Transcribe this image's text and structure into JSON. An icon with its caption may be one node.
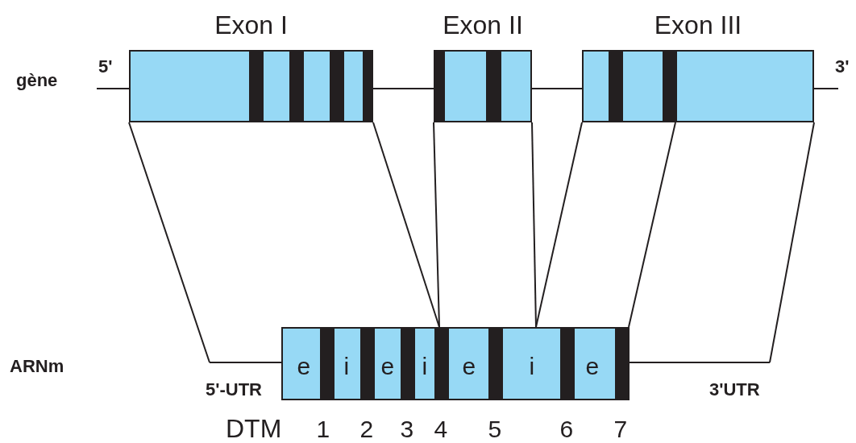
{
  "diagram": {
    "nodes": [
      {
        "text": [
          "Exon I"
        ]
      },
      {
        "text": [
          "Exon II"
        ]
      },
      {
        "text": [
          "Exon III"
        ]
      },
      {
        "text": [],
        "shape": "bar"
      }
    ],
    "edges": [
      {
        "from": 0,
        "to": 3,
        "arrow": "none"
      },
      {
        "from": 0,
        "to": 3,
        "arrow": "none"
      },
      {
        "from": 1,
        "to": 3,
        "arrow": "none"
      },
      {
        "from": 1,
        "to": 3,
        "arrow": "none"
      },
      {
        "from": 2,
        "to": 3,
        "arrow": "none"
      },
      {
        "from": 2,
        "to": 3,
        "arrow": "none"
      },
      {
        "from": 2,
        "to": 3,
        "arrow": "none"
      }
    ],
    "labels": [
      "5'",
      "3'",
      "gène",
      "ARNm",
      "e",
      "i",
      "e",
      "i",
      "e",
      "i",
      "e",
      "5'-UTR",
      "3'UTR",
      "DTM",
      "1",
      "2",
      "3",
      "4",
      "5",
      "6",
      "7"
    ]
  }
}
